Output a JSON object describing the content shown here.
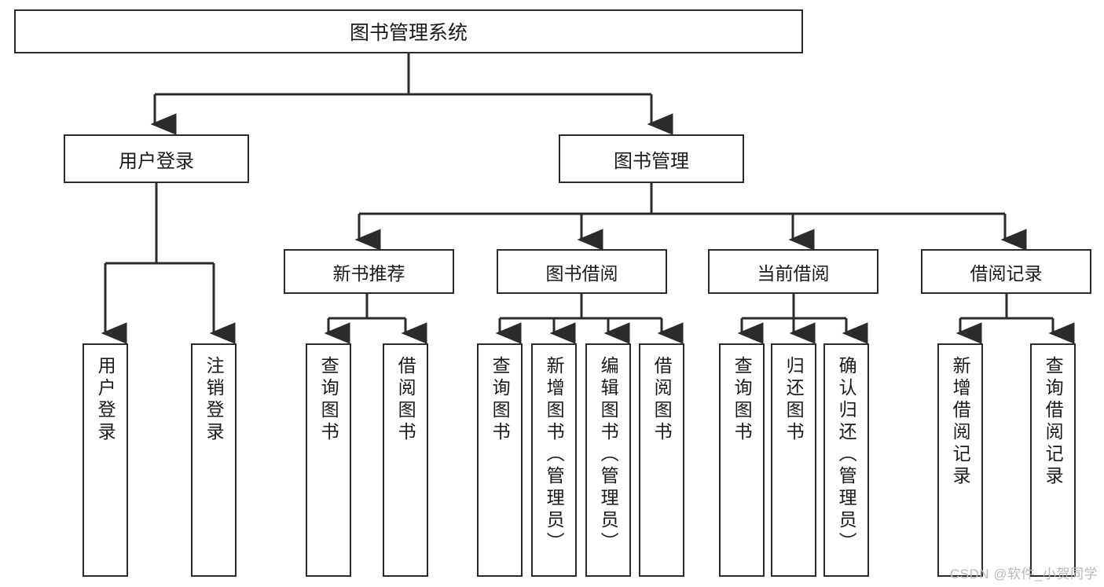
{
  "diagram": {
    "title": "图书管理系统",
    "watermark": "CSDN @软件_小贺同学",
    "type": "tree",
    "line_color": "#2b2b2b",
    "box_fill": "#ffffff",
    "text_color": "#1a1a1a"
  },
  "nodes": {
    "root": {
      "label": "图书管理系统"
    },
    "level2": [
      {
        "label": "用户登录"
      },
      {
        "label": "图书管理"
      }
    ],
    "level3": [
      {
        "label": "新书推荐"
      },
      {
        "label": "图书借阅"
      },
      {
        "label": "当前借阅"
      },
      {
        "label": "借阅记录"
      }
    ],
    "leaves": {
      "user_login": [
        {
          "label": "用户登录"
        },
        {
          "label": "注销登录"
        }
      ],
      "new_book": [
        {
          "label": "查询图书"
        },
        {
          "label": "借阅图书"
        }
      ],
      "book_borrow": [
        {
          "label": "查询图书"
        },
        {
          "label": "新增图书（管理员）"
        },
        {
          "label": "编辑图书（管理员）"
        },
        {
          "label": "借阅图书"
        }
      ],
      "current_borrow": [
        {
          "label": "查询图书"
        },
        {
          "label": "归还图书"
        },
        {
          "label": "确认归还（管理员）"
        }
      ],
      "borrow_record": [
        {
          "label": "新增借阅记录"
        },
        {
          "label": "查询借阅记录"
        }
      ]
    }
  }
}
